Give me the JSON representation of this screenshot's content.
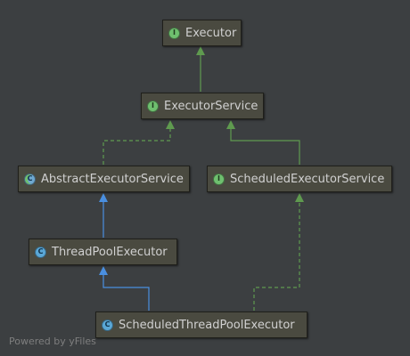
{
  "nodes": {
    "executor": {
      "label": "Executor",
      "badge": "I",
      "kind": "interface"
    },
    "executor_service": {
      "label": "ExecutorService",
      "badge": "I",
      "kind": "interface"
    },
    "abstract_executor_service": {
      "label": "AbstractExecutorService",
      "badge": "C",
      "kind": "abstract class"
    },
    "scheduled_executor_service": {
      "label": "ScheduledExecutorService",
      "badge": "I",
      "kind": "interface"
    },
    "thread_pool_executor": {
      "label": "ThreadPoolExecutor",
      "badge": "C",
      "kind": "class"
    },
    "scheduled_thread_pool_executor": {
      "label": "ScheduledThreadPoolExecutor",
      "badge": "C",
      "kind": "class"
    }
  },
  "edges": [
    {
      "from": "executor_service",
      "to": "executor",
      "relation": "extends"
    },
    {
      "from": "abstract_executor_service",
      "to": "executor_service",
      "relation": "implements"
    },
    {
      "from": "scheduled_executor_service",
      "to": "executor_service",
      "relation": "extends"
    },
    {
      "from": "thread_pool_executor",
      "to": "abstract_executor_service",
      "relation": "extends"
    },
    {
      "from": "scheduled_thread_pool_executor",
      "to": "thread_pool_executor",
      "relation": "extends"
    },
    {
      "from": "scheduled_thread_pool_executor",
      "to": "scheduled_executor_service",
      "relation": "implements"
    }
  ],
  "colors": {
    "background": "#3c3f41",
    "interface_edge": "#5f9a4f",
    "class_edge": "#4a8fe0",
    "node_fill": "#4a4a40",
    "node_text": "#d0d0d0"
  },
  "watermark": "Powered by yFiles"
}
